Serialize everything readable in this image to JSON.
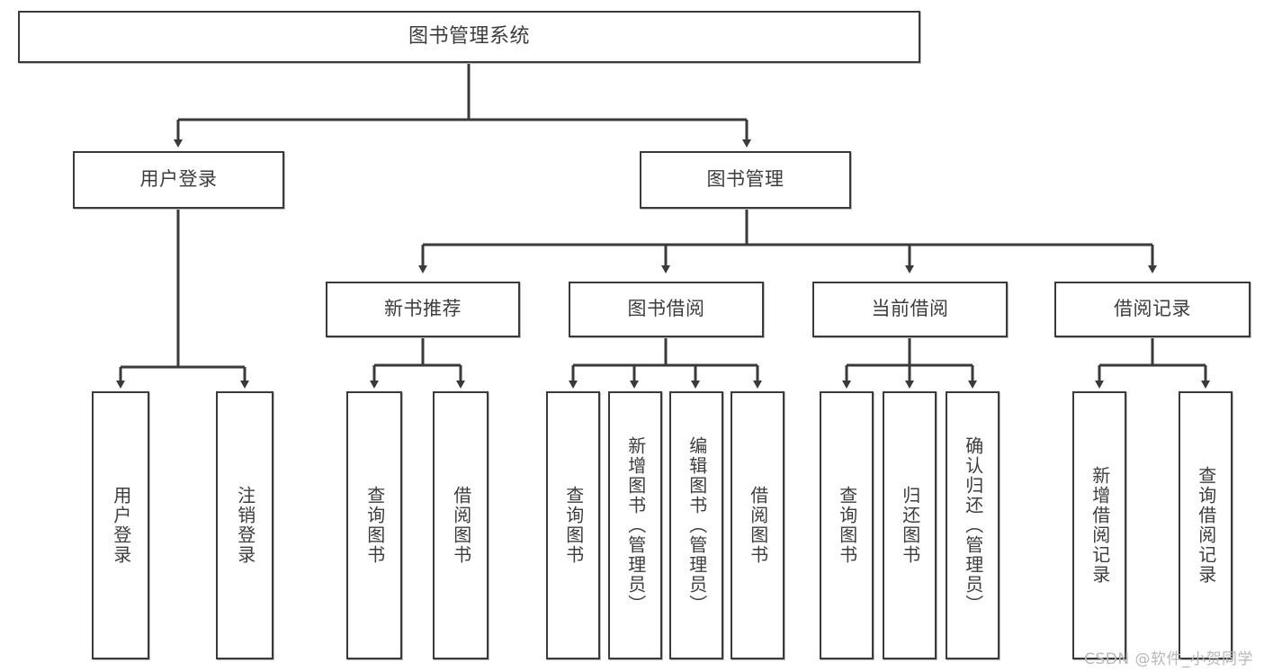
{
  "diagram": {
    "title": "图书管理系统",
    "type": "功能结构图",
    "style": {
      "box_border_color": "#3a3a3a",
      "box_fill_color": "#ffffff",
      "line_color": "#3a3a3a",
      "text_color": "#3d3d3d",
      "background_color": "#ffffff"
    },
    "nodes": {
      "root": {
        "label": "图书管理系统"
      },
      "level2": [
        {
          "id": "user-login",
          "label": "用户登录"
        },
        {
          "id": "book-management",
          "label": "图书管理"
        }
      ],
      "level3": [
        {
          "id": "new-book-recommend",
          "label": "新书推荐"
        },
        {
          "id": "book-borrow",
          "label": "图书借阅"
        },
        {
          "id": "current-borrow",
          "label": "当前借阅"
        },
        {
          "id": "borrow-record",
          "label": "借阅记录"
        }
      ],
      "leaves": {
        "user-login": [
          {
            "id": "leaf-user-login",
            "label": "用户登录"
          },
          {
            "id": "leaf-logout-login",
            "label": "注销登录"
          }
        ],
        "new-book-recommend": [
          {
            "id": "leaf-query-book-1",
            "label": "查询图书"
          },
          {
            "id": "leaf-borrow-book-1",
            "label": "借阅图书"
          }
        ],
        "book-borrow": [
          {
            "id": "leaf-query-book-2",
            "label": "查询图书"
          },
          {
            "id": "leaf-add-book",
            "label": "新增图书（管理员）"
          },
          {
            "id": "leaf-edit-book",
            "label": "编辑图书（管理员）"
          },
          {
            "id": "leaf-borrow-book-2",
            "label": "借阅图书"
          }
        ],
        "current-borrow": [
          {
            "id": "leaf-query-book-3",
            "label": "查询图书"
          },
          {
            "id": "leaf-return-book",
            "label": "归还图书"
          },
          {
            "id": "leaf-confirm-return",
            "label": "确认归还（管理员）"
          }
        ],
        "borrow-record": [
          {
            "id": "leaf-add-record",
            "label": "新增借阅记录"
          },
          {
            "id": "leaf-query-record",
            "label": "查询借阅记录"
          }
        ]
      }
    },
    "watermark": "CSDN @软件_小贺同学"
  }
}
